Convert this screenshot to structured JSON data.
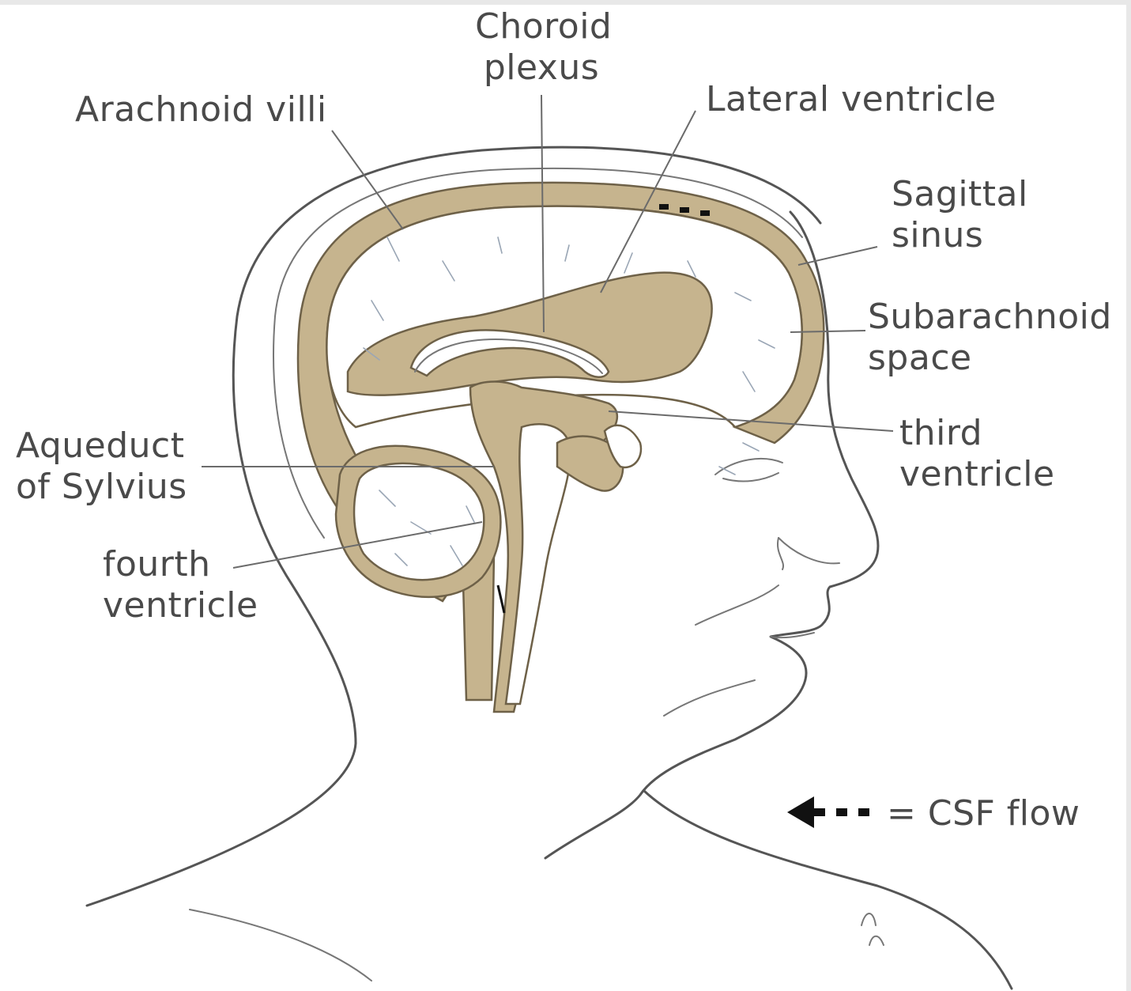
{
  "labels": {
    "choroid_plexus": [
      "Choroid",
      "plexus"
    ],
    "arachnoid_villi": "Arachnoid villi",
    "lateral_ventricle": "Lateral ventricle",
    "sagittal_sinus": [
      "Sagittal",
      "sinus"
    ],
    "subarachnoid_space": [
      "Subarachnoid",
      "space"
    ],
    "third_ventricle": [
      "third",
      "ventricle"
    ],
    "aqueduct_of_sylvius": [
      "Aqueduct",
      "of Sylvius"
    ],
    "fourth_ventricle": [
      "fourth",
      "ventricle"
    ]
  },
  "legend": {
    "text": "= CSF flow",
    "icon": "dashed-arrow-left-icon"
  },
  "colors": {
    "tissue": "#c6b48e",
    "outline": "#555555",
    "label": "#4a4a4a",
    "arrow": "#111111"
  }
}
